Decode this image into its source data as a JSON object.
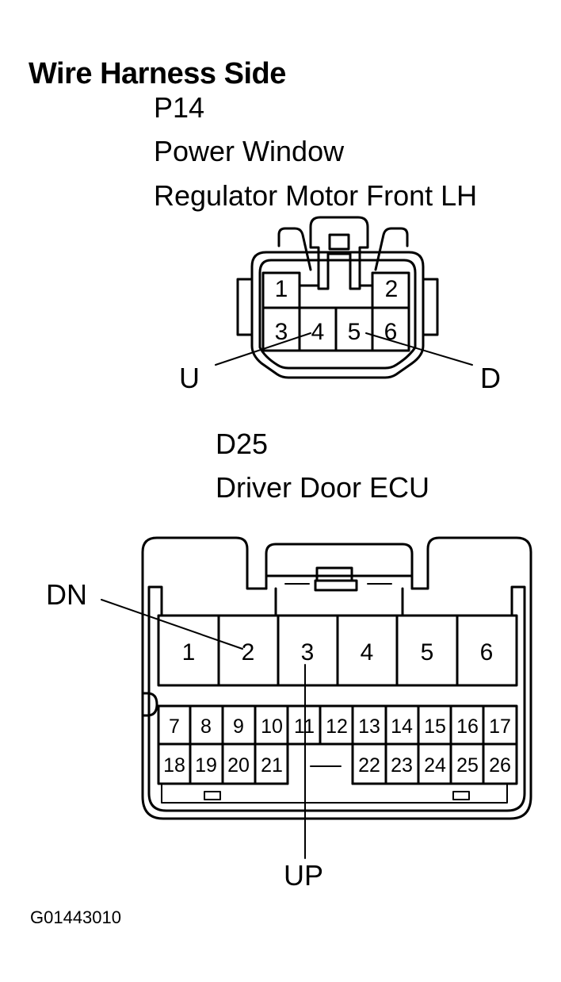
{
  "heading": "Wire Harness Side",
  "connector_p14": {
    "code": "P14",
    "name_line1": "Power Window",
    "name_line2": "Regulator Motor Front LH",
    "pins": [
      "1",
      "2",
      "3",
      "4",
      "5",
      "6"
    ],
    "callouts": {
      "left": "U",
      "right": "D"
    }
  },
  "connector_d25": {
    "code": "D25",
    "name": "Driver Door ECU",
    "pins": [
      "1",
      "2",
      "3",
      "4",
      "5",
      "6",
      "7",
      "8",
      "9",
      "10",
      "11",
      "12",
      "13",
      "14",
      "15",
      "16",
      "17",
      "18",
      "19",
      "20",
      "21",
      "22",
      "23",
      "24",
      "25",
      "26"
    ],
    "callouts": {
      "dn": "DN",
      "up": "UP"
    }
  },
  "figure_id": "G01443010"
}
